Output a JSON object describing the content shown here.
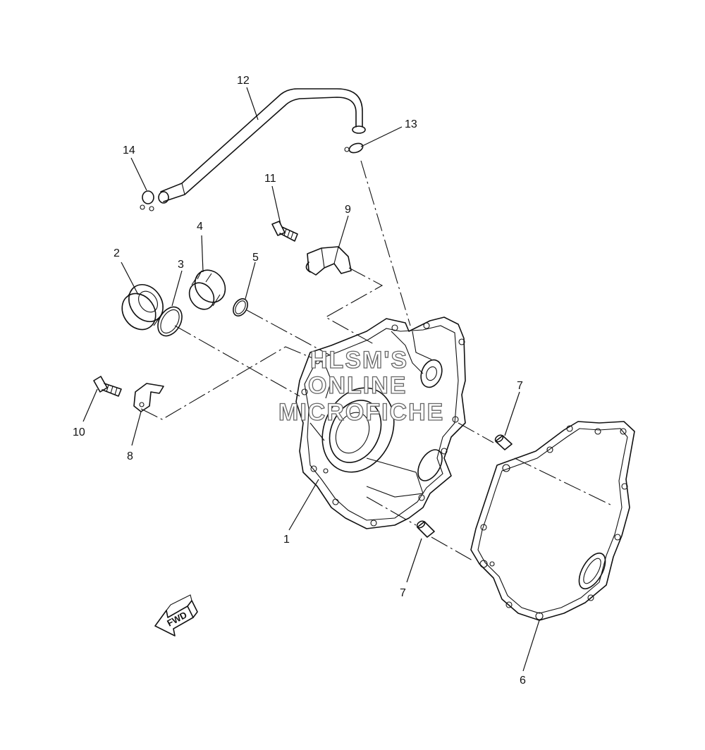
{
  "watermark": {
    "lines": [
      "HLSM'S",
      "ONLINE",
      "MICROFICHE"
    ]
  },
  "direction_arrow": {
    "label": "FWD",
    "icon": "fwd-arrow-icon"
  },
  "callouts": [
    {
      "id": "c1",
      "label": "1"
    },
    {
      "id": "c2",
      "label": "2"
    },
    {
      "id": "c3",
      "label": "3"
    },
    {
      "id": "c4",
      "label": "4"
    },
    {
      "id": "c5",
      "label": "5"
    },
    {
      "id": "c6",
      "label": "6"
    },
    {
      "id": "c7a",
      "label": "7"
    },
    {
      "id": "c7b",
      "label": "7"
    },
    {
      "id": "c8",
      "label": "8"
    },
    {
      "id": "c9",
      "label": "9"
    },
    {
      "id": "c10",
      "label": "10"
    },
    {
      "id": "c11",
      "label": "11"
    },
    {
      "id": "c12",
      "label": "12"
    },
    {
      "id": "c13",
      "label": "13"
    },
    {
      "id": "c14",
      "label": "14"
    }
  ]
}
